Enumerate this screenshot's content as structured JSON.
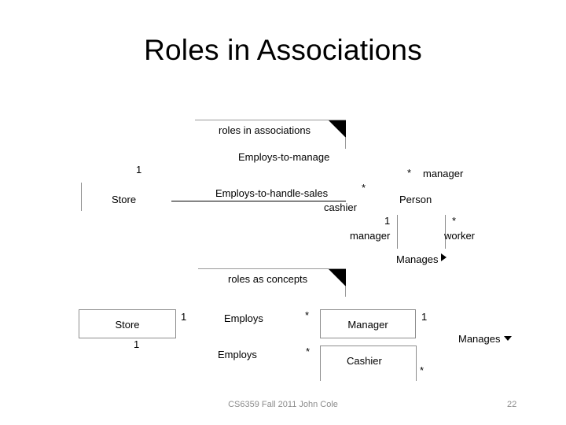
{
  "slide": {
    "title": "Roles in Associations",
    "footer_credit": "CS6359 Fall 2011 John Cole",
    "page_number": "22",
    "colors": {
      "text": "#000000",
      "box_border": "#8d8d8d",
      "note_border": "#9a9a9a",
      "footer_text": "#8c8c8c",
      "background": "#ffffff"
    }
  },
  "upper_diagram": {
    "note_label": "roles in associations",
    "association_manage": {
      "name": "Employs-to-manage",
      "left_multiplicity": "1",
      "right_multiplicity": "*",
      "right_role": "manager"
    },
    "association_sales": {
      "name": "Employs-to-handle-sales",
      "right_multiplicity": "*",
      "right_role": "cashier"
    },
    "class_store": "Store",
    "class_person": "Person",
    "association_manages": {
      "name": "Manages",
      "left_multiplicity": "1",
      "left_role": "manager",
      "right_multiplicity": "*",
      "right_role": "worker",
      "direction_marker": "triangle-right-icon"
    }
  },
  "lower_diagram": {
    "note_label": "roles as concepts",
    "class_store": "Store",
    "class_manager": "Manager",
    "class_cashier": "Cashier",
    "association_employs_manager": {
      "name": "Employs",
      "left_multiplicity": "1",
      "right_multiplicity": "*"
    },
    "association_employs_cashier": {
      "name": "Employs",
      "left_multiplicity": "1",
      "right_multiplicity": "*"
    },
    "association_manages": {
      "name": "Manages",
      "left_multiplicity": "1",
      "right_multiplicity": "*",
      "direction_marker": "triangle-down-icon"
    }
  }
}
